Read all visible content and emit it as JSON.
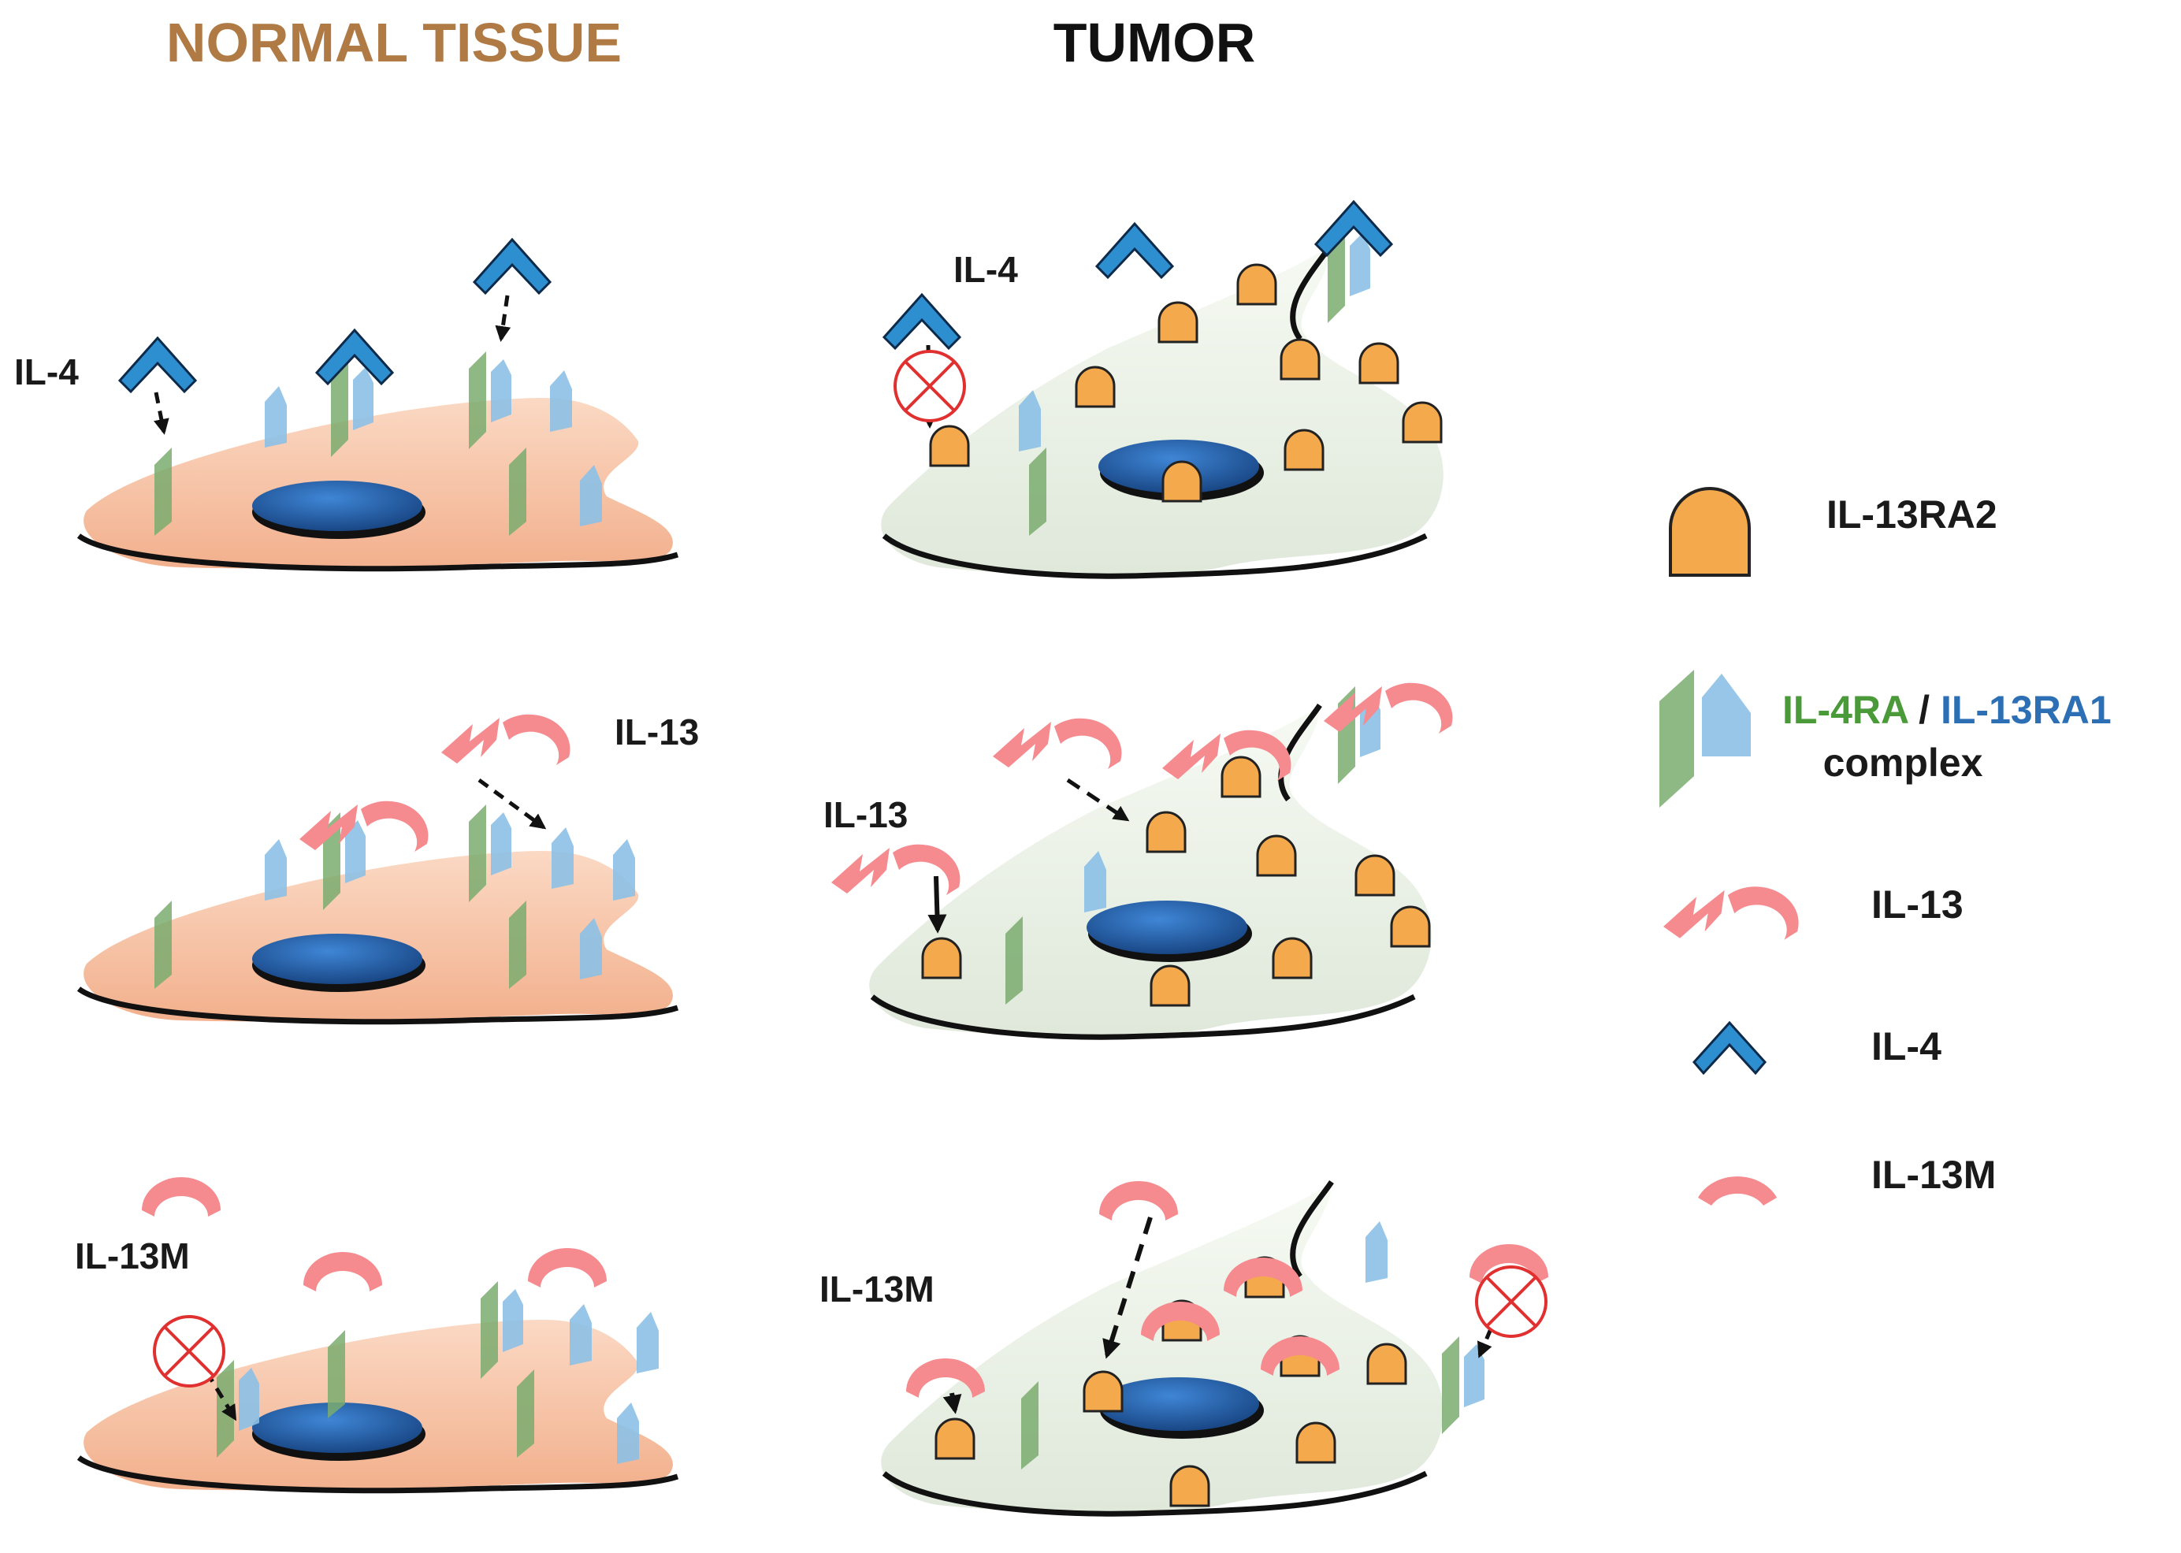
{
  "headers": {
    "normal": "NORMAL TISSUE",
    "tumor": "TUMOR"
  },
  "panels": {
    "il4_row": {
      "normal_label": "IL-4",
      "tumor_label": "IL-4"
    },
    "il13_row": {
      "normal_label": "IL-13",
      "tumor_label": "IL-13"
    },
    "il13m_row": {
      "normal_label": "IL-13M",
      "tumor_label": "IL-13M"
    }
  },
  "legend": {
    "il13ra2": "IL-13RA2",
    "complex_part1": "IL-4RA",
    "complex_sep": "/",
    "complex_part2": "IL-13RA1",
    "complex_line2": "complex",
    "il13": "IL-13",
    "il4": "IL-4",
    "il13m": "IL-13M"
  },
  "colors": {
    "normal_title": "#b07a45",
    "tumor_title": "#111111",
    "normal_cell": "#f6c3a5",
    "tumor_cell": "#eaf1e6",
    "nucleus": "#1f5fa8",
    "il13ra2": "#f5a94d",
    "il4ra": "#7aab6e",
    "il13ra1": "#8cc0e6",
    "il4": "#2d8fd0",
    "il13": "#f58a8f",
    "il4ra_text": "#4a9a3a",
    "il13ra1_text": "#2d6fb5",
    "block": "#e03030"
  },
  "icons": {
    "receptor_ra2": "il13ra2-dome-icon",
    "receptor_complex": "il4ra-il13ra1-complex-icon",
    "ligand_il13": "il13-ligand-icon",
    "ligand_il4": "il4-chevron-icon",
    "ligand_il13m": "il13m-arc-icon",
    "blocked": "blocked-binding-icon"
  }
}
